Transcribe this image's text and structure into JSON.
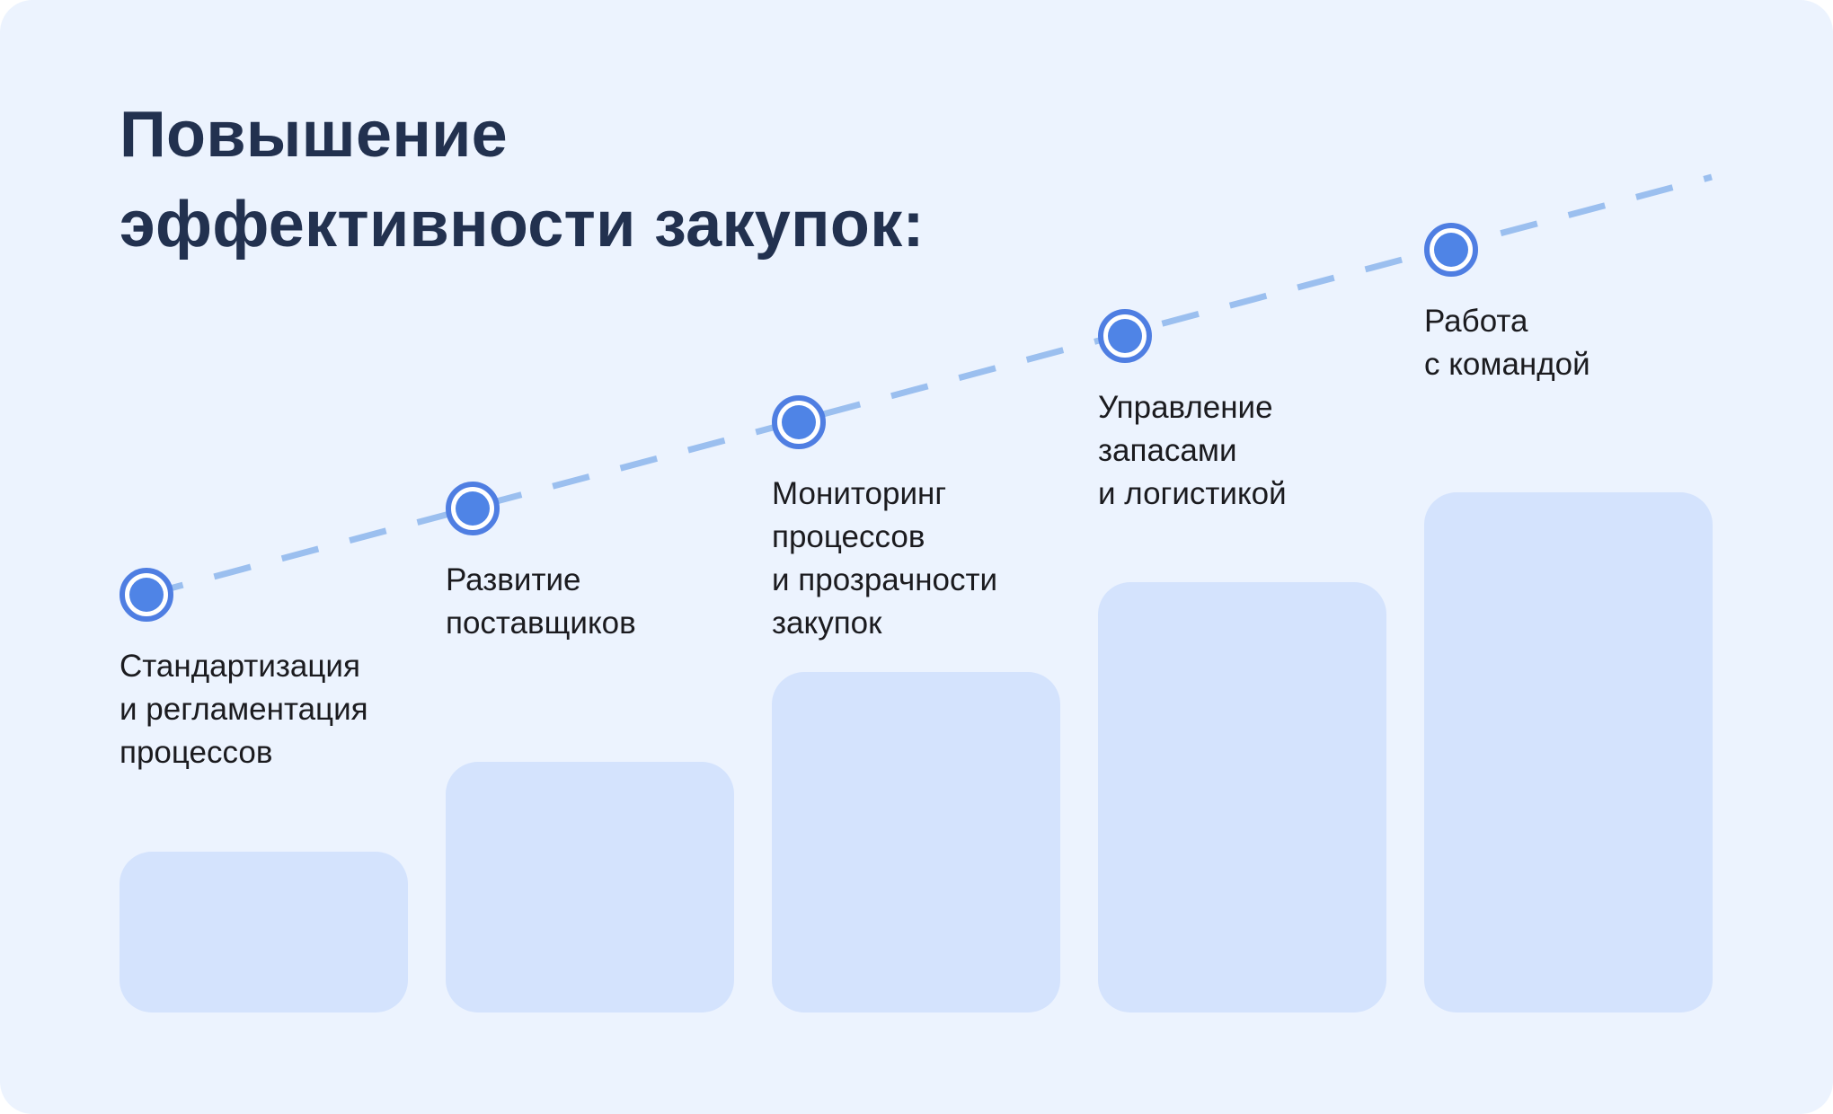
{
  "title": "Повышение\nэффективности закупок:",
  "colors": {
    "background": "#ECF3FE",
    "bar": "#D4E3FD",
    "title_text": "#22314F",
    "label_text": "#1B1B1F",
    "dash_line": "#9BBFEF",
    "marker_ring": "#4F7EE2",
    "marker_fill": "#4F84E6"
  },
  "steps": [
    {
      "label": "Стандартизация\nи регламентация\nпроцессов",
      "level": 1
    },
    {
      "label": "Развитие\nпоставщиков",
      "level": 2
    },
    {
      "label": "Мониторинг\nпроцессов\nи прозрачности\nзакупок",
      "level": 3
    },
    {
      "label": "Управление\nзапасами\nи логистикой",
      "level": 4
    },
    {
      "label": "Работа\nс командой",
      "level": 5
    }
  ]
}
